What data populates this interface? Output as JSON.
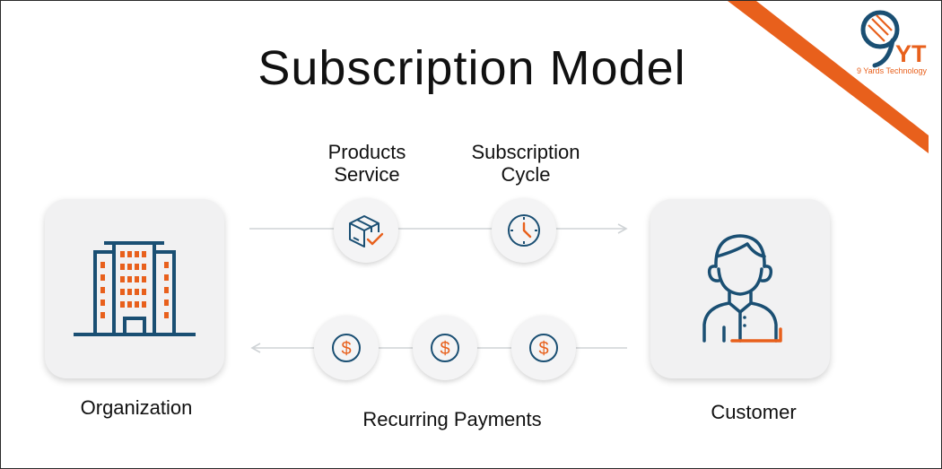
{
  "title": "Subscription Model",
  "brand": {
    "name": "9 Yards Technology",
    "mark": "YT",
    "accent_color": "#e8601c",
    "primary_color": "#1a4f73"
  },
  "nodes": {
    "organization": {
      "label": "Organization",
      "icon": "office-building-icon"
    },
    "customer": {
      "label": "Customer",
      "icon": "person-icon"
    }
  },
  "flows": {
    "top": {
      "direction": "organization-to-customer",
      "items": [
        {
          "line1": "Products",
          "line2": "Service",
          "icon": "box-checkmark-icon"
        },
        {
          "line1": "Subscription",
          "line2": "Cycle",
          "icon": "clock-icon"
        }
      ]
    },
    "bottom": {
      "direction": "customer-to-organization",
      "label": "Recurring Payments",
      "items": [
        {
          "icon": "dollar-coin-icon"
        },
        {
          "icon": "dollar-coin-icon"
        },
        {
          "icon": "dollar-coin-icon"
        }
      ]
    }
  }
}
